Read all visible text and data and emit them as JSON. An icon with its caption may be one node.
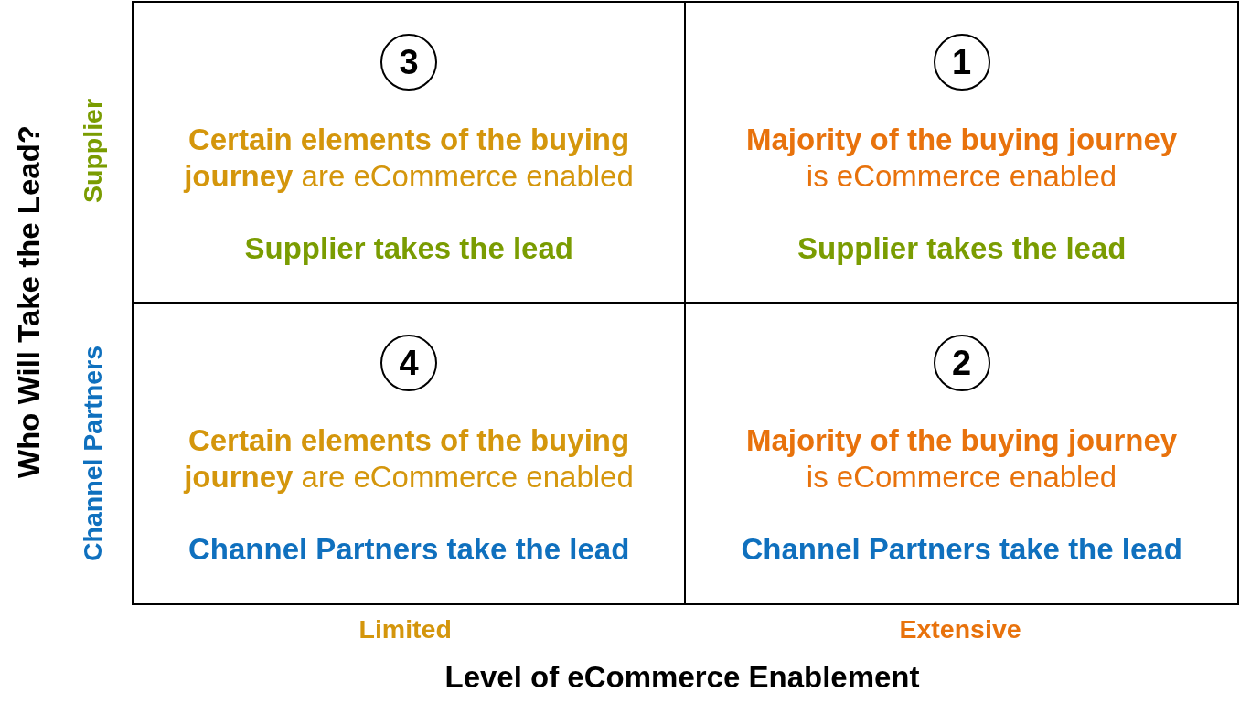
{
  "diagram": {
    "nodes": [
      {
        "text": [
          "**Certain elements of the buying journey** are eCommerce enabled",
          "Supplier takes the lead"
        ]
      },
      {
        "text": [
          "3"
        ],
        "in": 0
      },
      {
        "text": [
          "**Majority of the buying journey** is eCommerce enabled",
          "Supplier takes the lead"
        ]
      },
      {
        "text": [
          "1"
        ],
        "in": 2
      },
      {
        "text": [
          "**Certain elements of the buying journey** are eCommerce enabled",
          "Channel Partners take the lead"
        ]
      },
      {
        "text": [
          "4"
        ],
        "in": 4
      },
      {
        "text": [
          "**Majority of the buying journey** is eCommerce enabled",
          "Channel Partners take the lead"
        ]
      },
      {
        "text": [
          "2"
        ],
        "in": 6
      }
    ],
    "labels": [
      "Who Will Take the Lead?",
      "Supplier",
      "Channel Partners",
      "Limited",
      "Extensive",
      "Level of eCommerce Enablement"
    ]
  }
}
